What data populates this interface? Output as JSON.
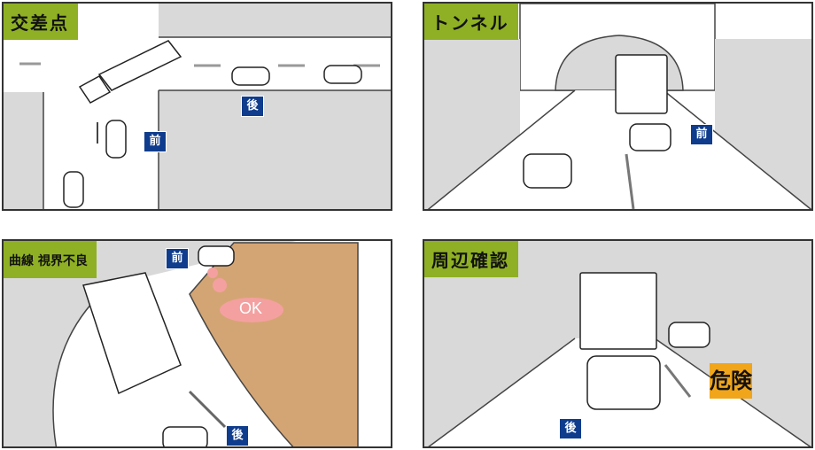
{
  "panels": {
    "intersection": {
      "title": "交差点",
      "front_label": "前",
      "rear_label": "後"
    },
    "tunnel": {
      "title": "トンネル",
      "front_label": "前"
    },
    "curve": {
      "title": "曲線 視界不良",
      "front_label": "前",
      "rear_label": "後",
      "ok_label": "OK"
    },
    "surroundings": {
      "title": "周辺確認",
      "rear_label": "後",
      "danger_label": "危険"
    }
  },
  "colors": {
    "tag_green": "#8fb024",
    "badge_blue": "#0f3c8c",
    "road_gray": "#d9d9d9",
    "danger_orange": "#f0a51b",
    "hill_brown": "#d4a574",
    "ok_pink": "#f4a0a0"
  }
}
